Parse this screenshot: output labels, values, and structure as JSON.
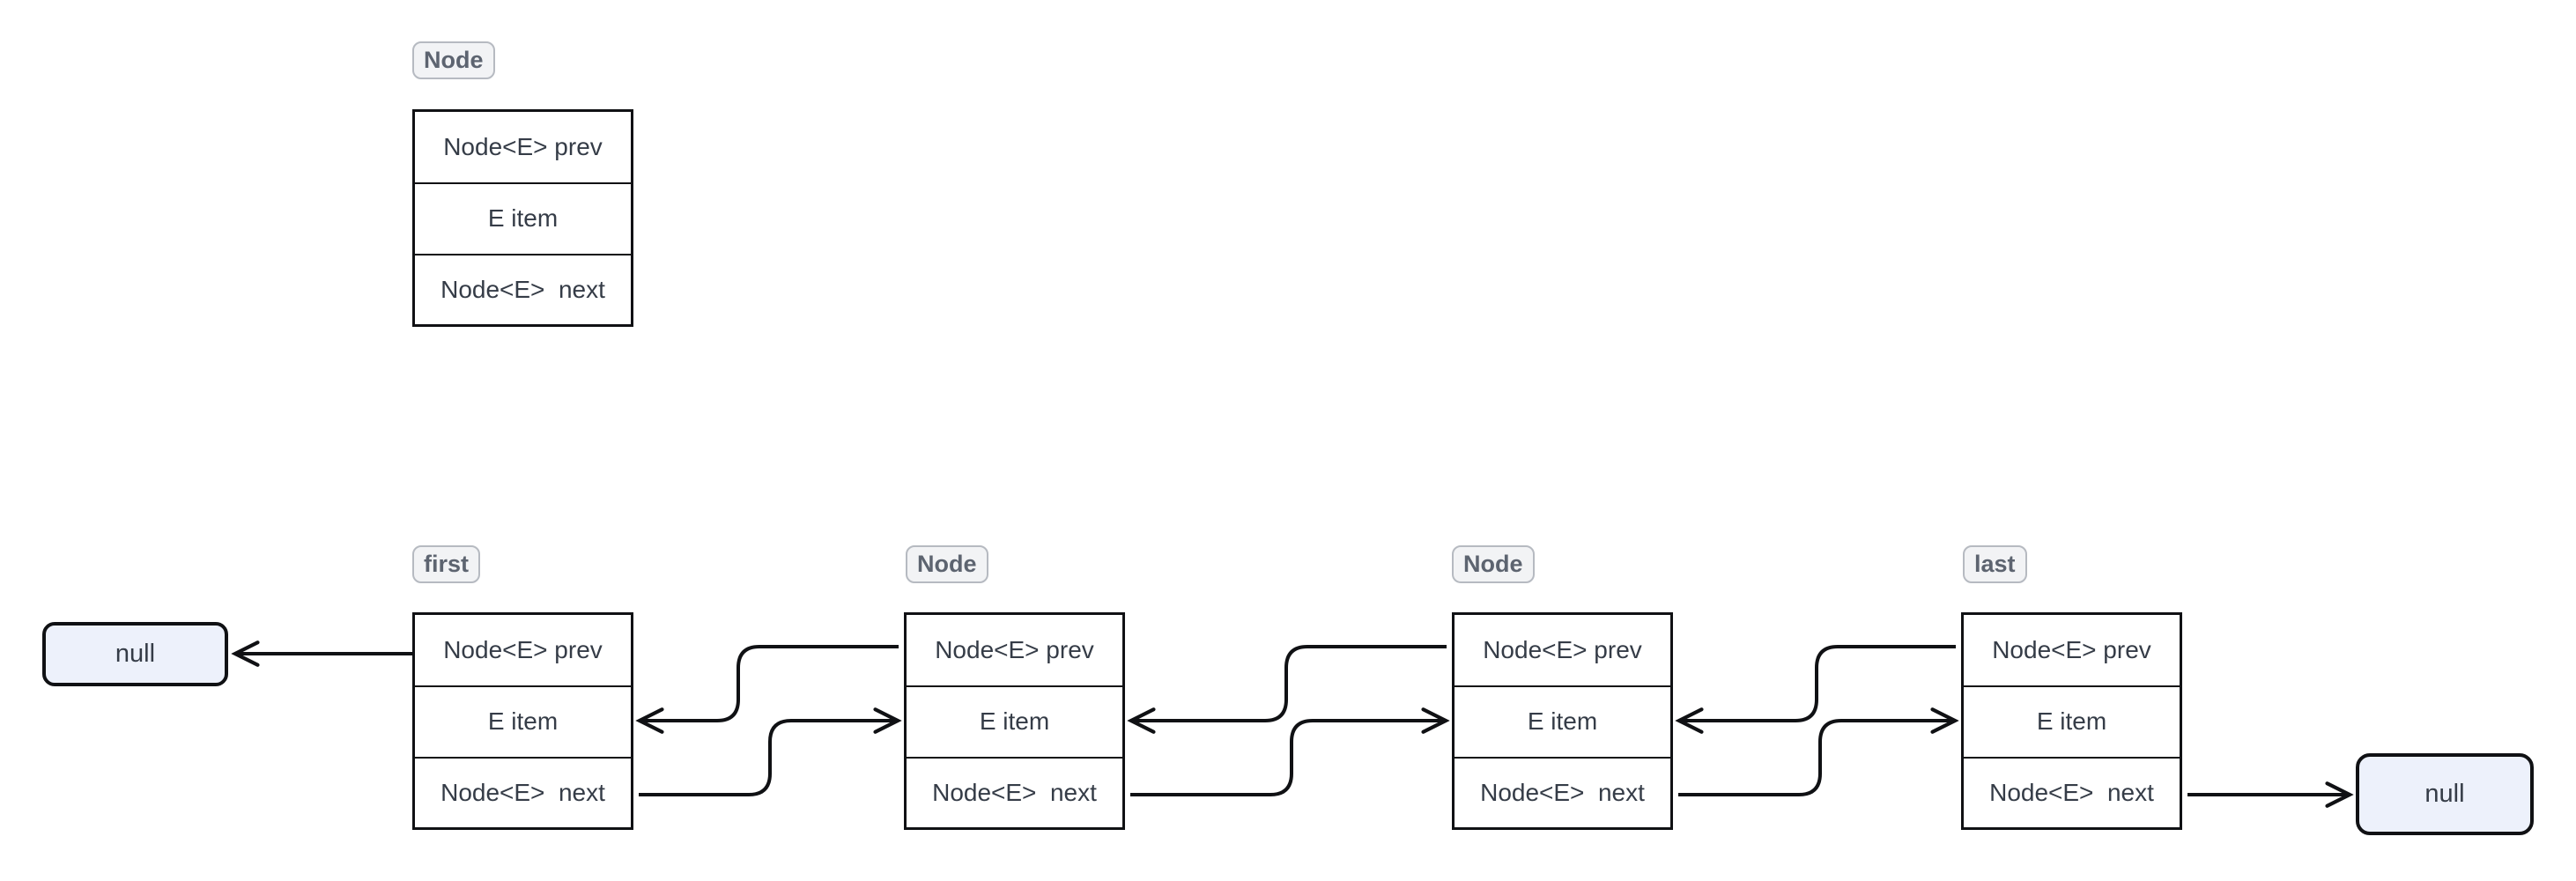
{
  "colors": {
    "background": "#ffffff",
    "line": "#101114",
    "cell_text": "#353c47",
    "label_text": "#5d6470",
    "label_bg": "#f2f3f5",
    "label_border": "#b6bac1",
    "null_bg": "#edf1fb",
    "table_bg": "#ffffff"
  },
  "template_node": {
    "label": "Node",
    "rows": [
      "Node<E> prev",
      "E item",
      "Node<E>  next"
    ]
  },
  "list": {
    "nodes": [
      {
        "label": "first",
        "rows": [
          "Node<E> prev",
          "E item",
          "Node<E>  next"
        ]
      },
      {
        "label": "Node",
        "rows": [
          "Node<E> prev",
          "E item",
          "Node<E>  next"
        ]
      },
      {
        "label": "Node",
        "rows": [
          "Node<E> prev",
          "E item",
          "Node<E>  next"
        ]
      },
      {
        "label": "last",
        "rows": [
          "Node<E> prev",
          "E item",
          "Node<E>  next"
        ]
      }
    ],
    "null_left": "null",
    "null_right": "null",
    "connections": [
      {
        "from": "first.prev",
        "to": "null_left"
      },
      {
        "from": "first.next",
        "to": "node2.item"
      },
      {
        "from": "node2.prev",
        "to": "first.item"
      },
      {
        "from": "node2.next",
        "to": "node3.item"
      },
      {
        "from": "node3.prev",
        "to": "node2.item"
      },
      {
        "from": "node3.next",
        "to": "last.item"
      },
      {
        "from": "last.prev",
        "to": "node3.item"
      },
      {
        "from": "last.next",
        "to": "null_right"
      }
    ]
  }
}
